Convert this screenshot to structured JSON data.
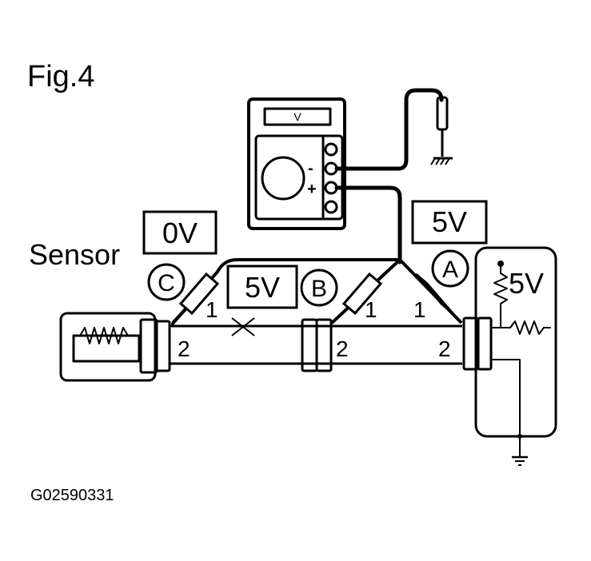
{
  "figure": {
    "title": "Fig.4",
    "code": "G02590331"
  },
  "labels": {
    "sensor": "Sensor",
    "voltage_c": "0V",
    "voltage_b": "5V",
    "voltage_a": "5V",
    "voltage_ecu": "5V",
    "point_a": "A",
    "point_b": "B",
    "point_c": "C",
    "meter_display": "V",
    "meter_minus": "-",
    "meter_plus": "+"
  },
  "pins": {
    "c_pin1": "1",
    "c_pin2": "2",
    "b_pin1": "1",
    "b_pin2": "2",
    "a_pin1": "1",
    "a_pin2": "2"
  }
}
